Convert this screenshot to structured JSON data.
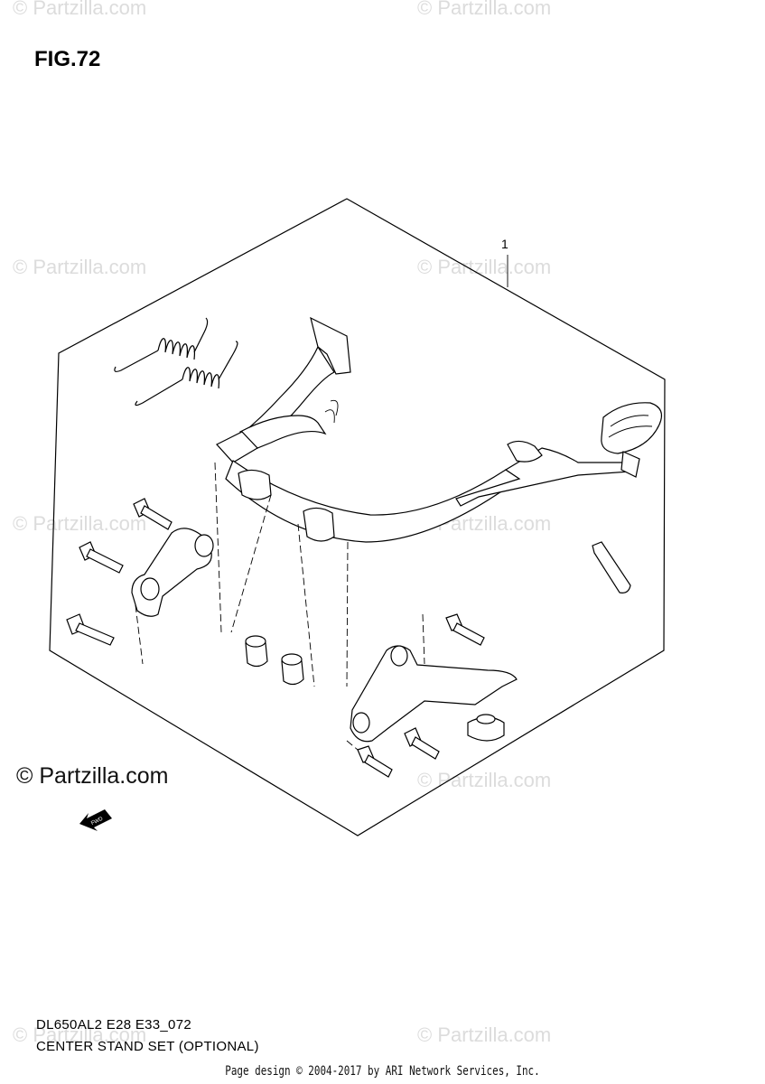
{
  "figure": {
    "title": "FIG.72"
  },
  "watermark": {
    "text": "© Partzilla.com"
  },
  "copyright": {
    "text": "© Partzilla.com"
  },
  "callouts": [
    {
      "label": "1"
    }
  ],
  "badge": {
    "text": "FWD"
  },
  "diagram": {
    "code": "DL650AL2 E28 E33_072",
    "caption": "CENTER STAND SET (OPTIONAL)"
  },
  "footer": {
    "text": "Page design © 2004-2017 by ARI Network Services, Inc."
  }
}
